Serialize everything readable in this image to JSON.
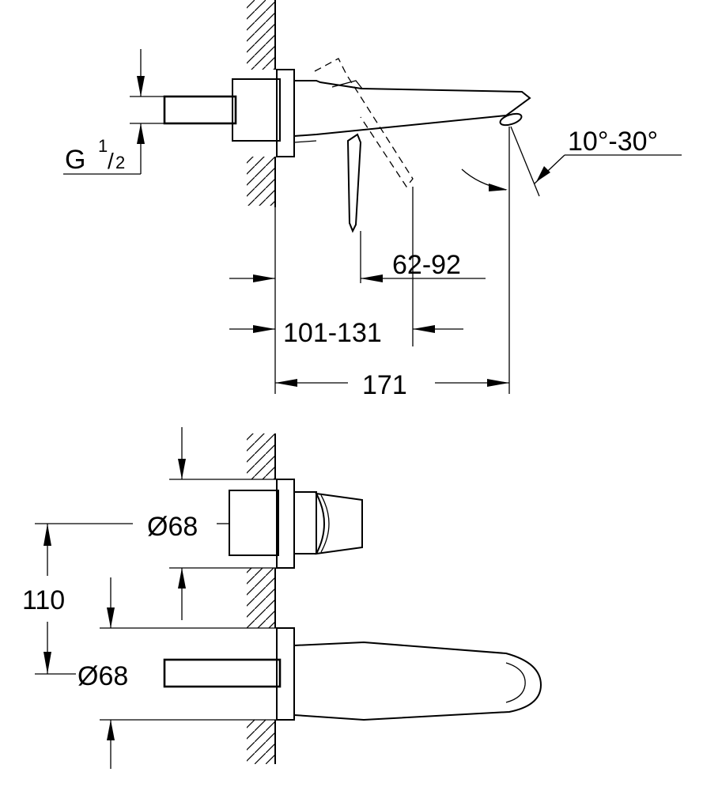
{
  "dimensions": {
    "thread": {
      "main": "G",
      "sup": "1",
      "sub": "2"
    },
    "angle": "10°-30°",
    "lever_offset": "62-92",
    "spout_range": "101-131",
    "total_depth": "171",
    "rosette_diameter_top": "Ø68",
    "center_distance": "110",
    "rosette_diameter_bottom": "Ø68"
  }
}
